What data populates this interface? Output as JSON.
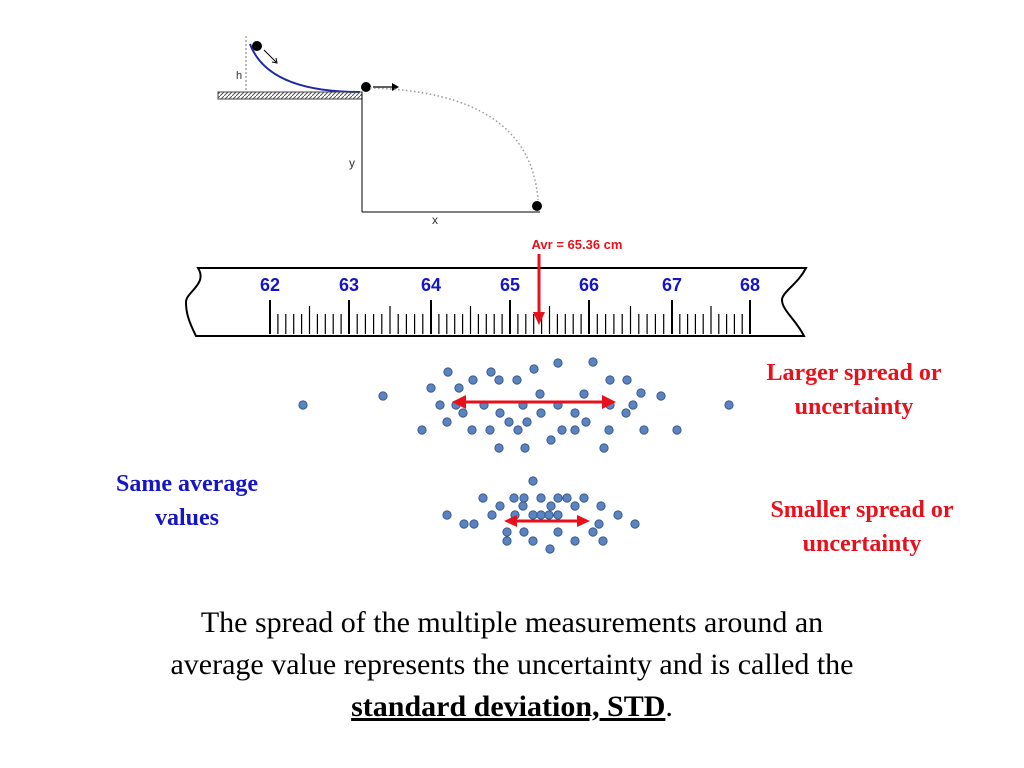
{
  "colors": {
    "accent_red": "#e8101b",
    "accent_blue": "#1515c8",
    "dot_fill": "#5b83c2",
    "dot_stroke": "#2f4f80",
    "curve_blue": "#1d2aa8"
  },
  "projectile": {
    "h_label": "h",
    "y_label": "y",
    "x_label": "x"
  },
  "ruler": {
    "average_label": "Avr = 65.36 cm",
    "average_value": 65.36,
    "tick_labels": [
      "62",
      "63",
      "64",
      "65",
      "66",
      "67",
      "68"
    ]
  },
  "labels": {
    "larger_spread": [
      "Larger spread or",
      "uncertainty"
    ],
    "smaller_spread": [
      "Smaller spread or",
      "uncertainty"
    ],
    "same_average": [
      "Same average",
      "values"
    ]
  },
  "caption": {
    "line1": "The spread of the multiple measurements around an",
    "line2": "average value represents the uncertainty and is called the",
    "term": "standard deviation, STD",
    "end": "."
  }
}
